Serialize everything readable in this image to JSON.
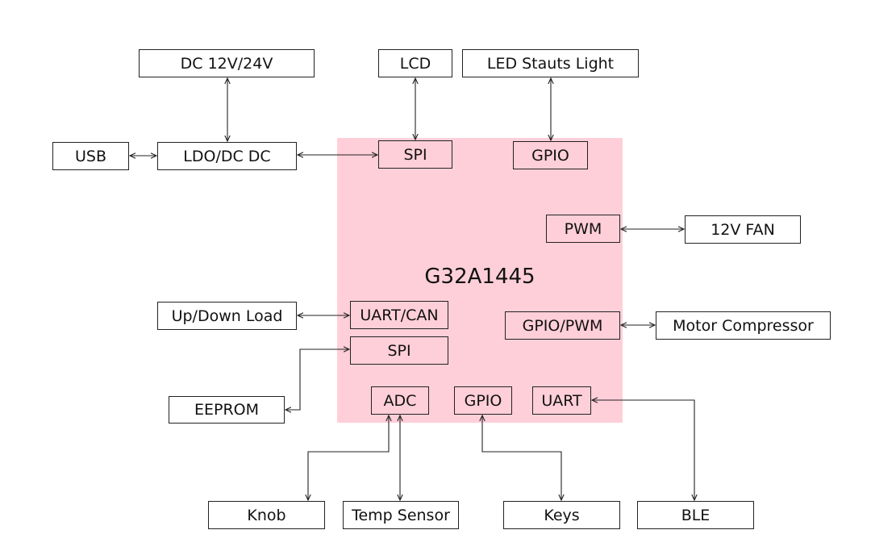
{
  "diagram": {
    "mcu": {
      "label": "G32A1445",
      "fill": "#ffcfd9"
    },
    "external": {
      "dc_supply": "DC 12V/24V",
      "usb": "USB",
      "ldo": "LDO/DC DC",
      "lcd": "LCD",
      "led": "LED Stauts Light",
      "fan": "12V FAN",
      "updown": "Up/Down Load",
      "eeprom": "EEPROM",
      "motor": "Motor Compressor",
      "knob": "Knob",
      "temp": "Temp Sensor",
      "keys": "Keys",
      "ble": "BLE"
    },
    "pins": {
      "spi_top": "SPI",
      "gpio_top": "GPIO",
      "pwm": "PWM",
      "uart_can": "UART/CAN",
      "spi_mid": "SPI",
      "gpio_pwm": "GPIO/PWM",
      "adc": "ADC",
      "gpio_bottom": "GPIO",
      "uart_bottom": "UART"
    }
  }
}
